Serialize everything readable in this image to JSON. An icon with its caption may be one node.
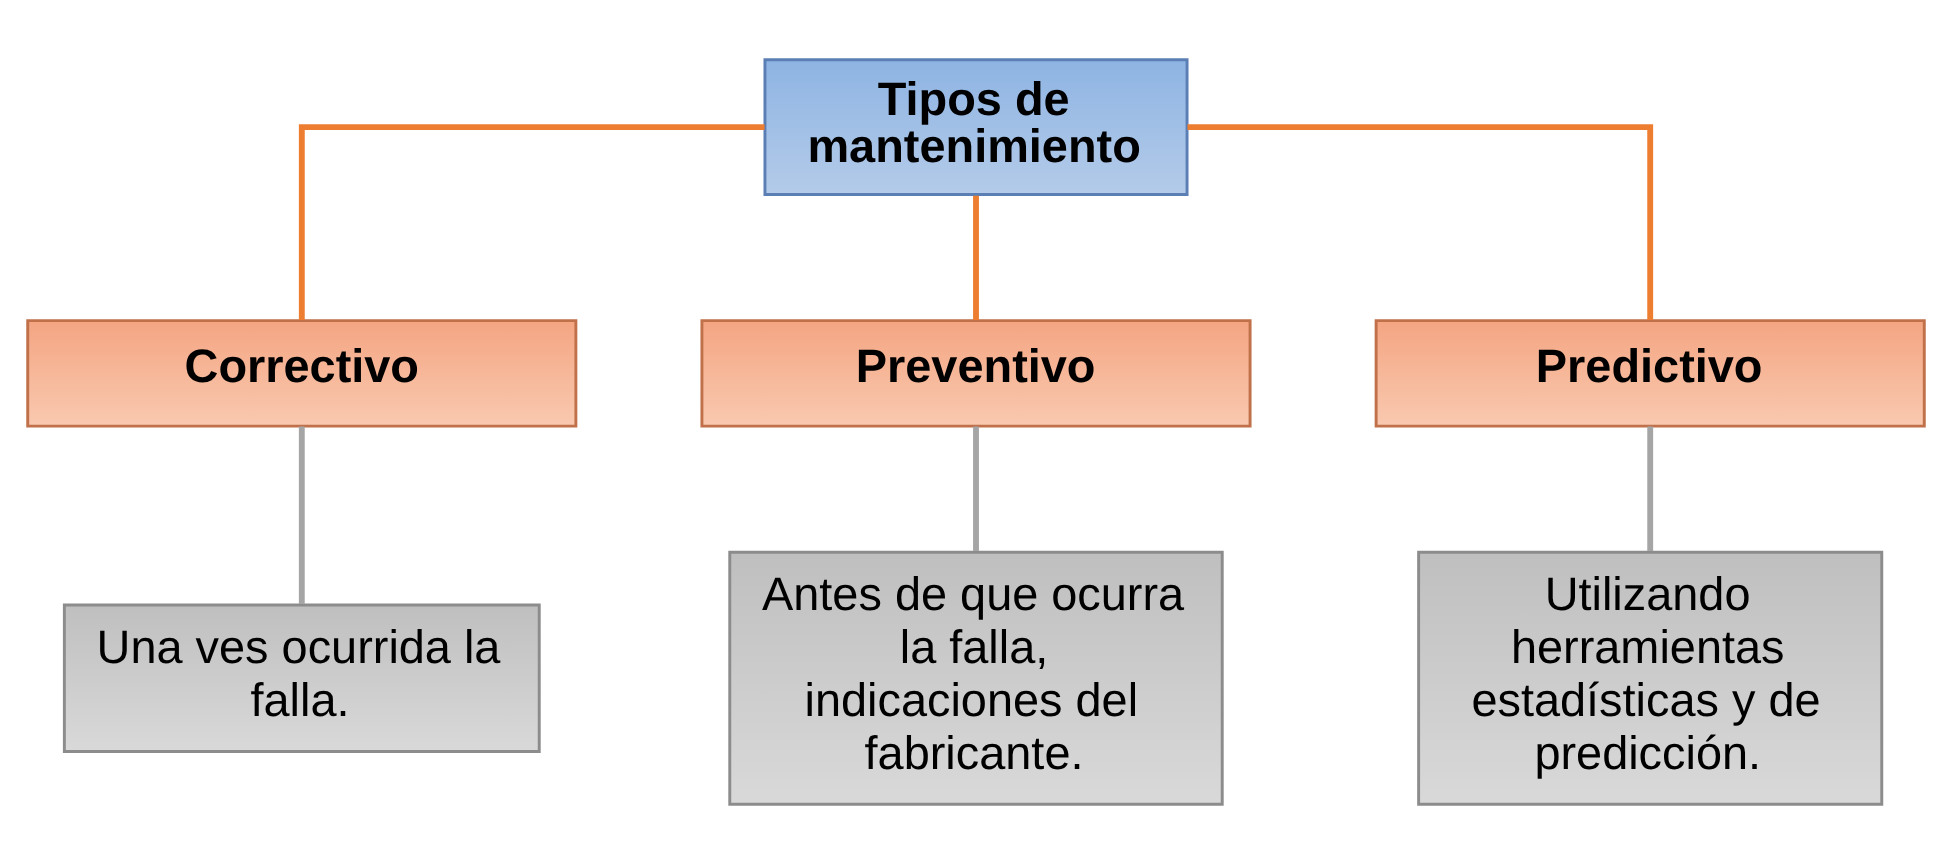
{
  "diagram": {
    "nodes": [
      {
        "text": [
          "Tipos de mantenimiento"
        ]
      },
      {
        "text": [
          "Correctivo"
        ]
      },
      {
        "text": [
          "Preventivo"
        ]
      },
      {
        "text": [
          "Predictivo"
        ]
      },
      {
        "text": [
          "Una ves ocurrida la falla."
        ]
      },
      {
        "text": [
          "Antes de que ocurra la falla, indicaciones del fabricante."
        ]
      },
      {
        "text": [
          "Utilizando herramientas estadísticas y de predicción."
        ]
      }
    ],
    "edges": [
      {
        "from": 0,
        "to": 1,
        "arrow": "none",
        "color": "#ed7d31"
      },
      {
        "from": 0,
        "to": 2,
        "arrow": "none",
        "color": "#ed7d31"
      },
      {
        "from": 0,
        "to": 3,
        "arrow": "none",
        "color": "#ed7d31"
      },
      {
        "from": 1,
        "to": 4,
        "arrow": "none",
        "color": "#a5a5a5"
      },
      {
        "from": 2,
        "to": 5,
        "arrow": "none",
        "color": "#a5a5a5"
      },
      {
        "from": 3,
        "to": 6,
        "arrow": "none",
        "color": "#a5a5a5"
      }
    ]
  }
}
